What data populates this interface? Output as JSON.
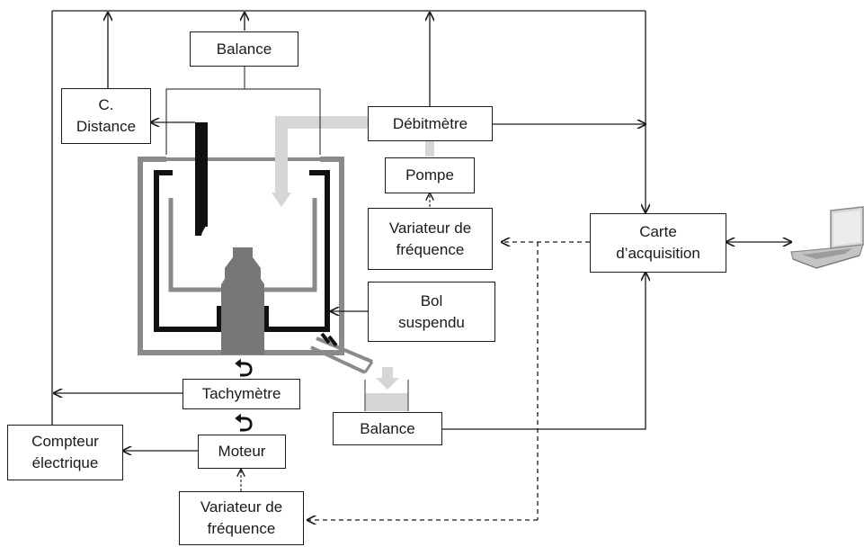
{
  "labels": {
    "balance_top": "Balance",
    "distance_line1": "C.",
    "distance_line2": "Distance",
    "debitmetre": "Débitmètre",
    "pompe": "Pompe",
    "variateur_top_line1": "Variateur de",
    "variateur_top_line2": "fréquence",
    "carte_line1": "Carte",
    "carte_line2": "d’acquisition",
    "bol_line1": "Bol",
    "bol_line2": "suspendu",
    "tachymetre": "Tachymètre",
    "balance_bottom": "Balance",
    "compteur_line1": "Compteur",
    "compteur_line2": "électrique",
    "moteur": "Moteur",
    "variateur_bottom_line1": "Variateur de",
    "variateur_bottom_line2": "fréquence"
  },
  "icons": {
    "laptop": "laptop-icon"
  },
  "colors": {
    "line": "#1a1a1a",
    "bowl_outer": "#8a8a8a",
    "motor": "#777777",
    "flow_pipe": "#d6d6d6",
    "probe": "#111111"
  }
}
